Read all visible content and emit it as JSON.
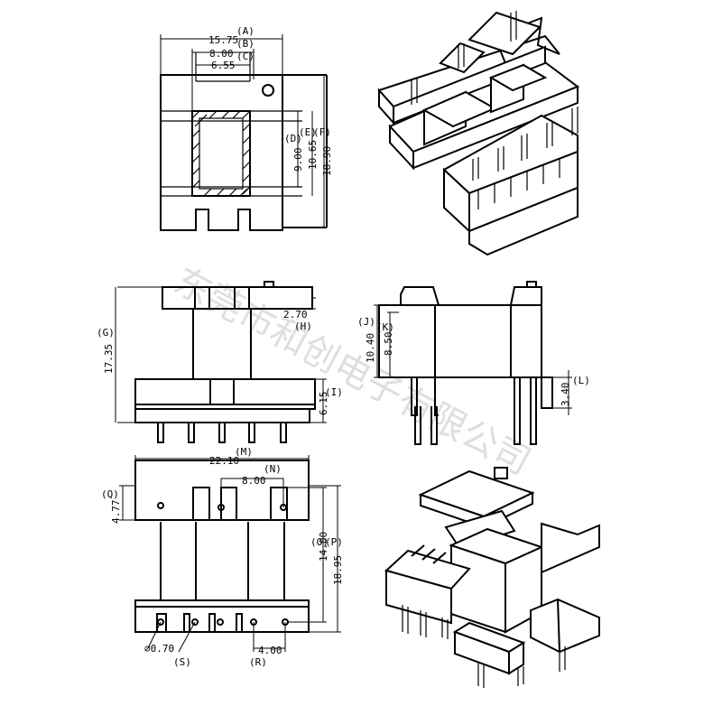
{
  "watermark": "东莞市和创电子有限公司",
  "dimensions": {
    "A": {
      "value": "15.75",
      "tag": "(A)"
    },
    "B": {
      "value": "8.00",
      "tag": "(B)"
    },
    "C": {
      "value": "6.55",
      "tag": "(C)"
    },
    "D": {
      "value": "9.00",
      "tag": "(D)"
    },
    "E": {
      "value": "10.65",
      "tag": "(E)"
    },
    "F": {
      "value": "18.90",
      "tag": "(F)"
    },
    "G": {
      "value": "17.35",
      "tag": "(G)"
    },
    "H": {
      "value": "2.70",
      "tag": "(H)"
    },
    "I": {
      "value": "6.15",
      "tag": "(I)"
    },
    "J": {
      "value": "10.40",
      "tag": "(J)"
    },
    "K": {
      "value": "8.50",
      "tag": "(K)"
    },
    "L": {
      "value": "3.40",
      "tag": "(L)"
    },
    "M": {
      "value": "22.10",
      "tag": "(M)"
    },
    "N": {
      "value": "8.00",
      "tag": "(N)"
    },
    "O": {
      "value": "14.00",
      "tag": "(O)"
    },
    "P": {
      "value": "18.95",
      "tag": "(P)"
    },
    "Q": {
      "value": "4.77",
      "tag": "(Q)"
    },
    "R": {
      "value": "4.00",
      "tag": "(R)"
    },
    "S": {
      "value": "⌀0.70",
      "tag": "(S)"
    }
  }
}
